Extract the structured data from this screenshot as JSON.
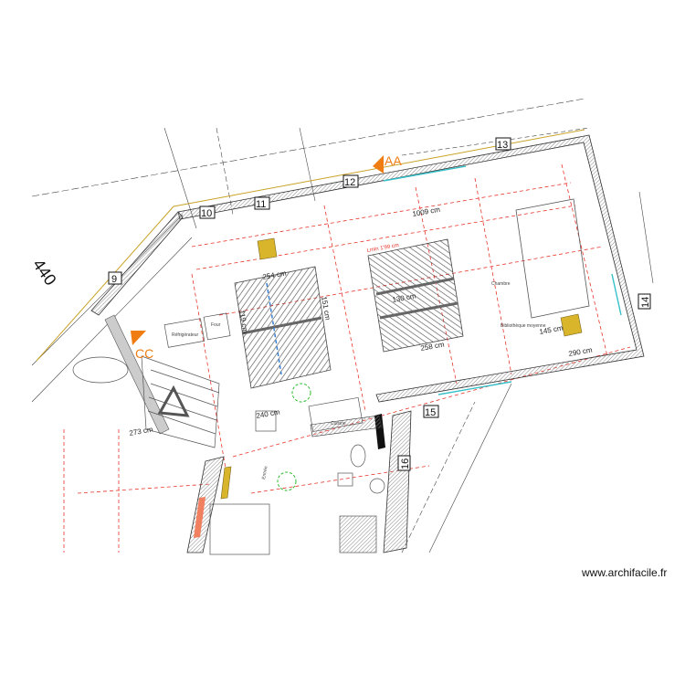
{
  "plan": {
    "section_markers": {
      "aa": "AA",
      "cc": "CC"
    },
    "wall_numbers": [
      "9",
      "10",
      "11",
      "12",
      "13",
      "14",
      "15",
      "16"
    ],
    "level_label": "440",
    "dimensions": {
      "overall_width": "1009 cm",
      "skylight_left_width": "254 cm",
      "skylight_left_height": "151 cm",
      "skylight_left_side": "119 cm",
      "skylight_right_width": "258 cm",
      "skylight_right_inner": "130 cm",
      "skylight_right_top": "Lmin 1'99 cm",
      "right_room_width": "145 cm",
      "right_room_depth": "290 cm",
      "lower_width": "240 cm",
      "stair_width": "273 cm"
    },
    "room_labels": {
      "fridge": "Réfrigérateur",
      "oven": "Four",
      "bedroom": "Chambre",
      "library": "Bibliothèque moyenne",
      "closet": "Cuisine",
      "entry": "Entrée"
    },
    "colors": {
      "section_marker": "#f07d12",
      "dimension_line": "#e8352b",
      "wall_hatch": "#7a7a7a",
      "skylight_hatch": "#555555",
      "yellow_block": "#d8b52a",
      "orange_block": "#f08060",
      "green_circle": "#2dbb2d",
      "window": "#36c0c8",
      "blue_dash": "#3a7fd0"
    }
  },
  "watermark": "www.archifacile.fr"
}
